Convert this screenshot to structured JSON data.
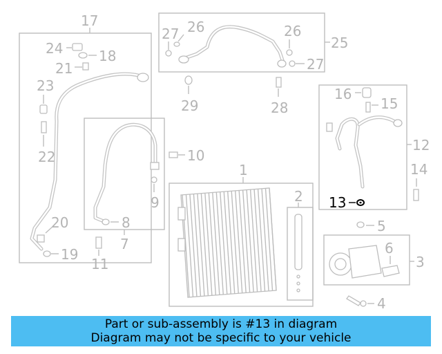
{
  "diagram": {
    "highlight_color": "#000000",
    "part_color": "#b4b4b4",
    "callouts": {
      "c1": "1",
      "c2": "2",
      "c3": "3",
      "c4": "4",
      "c5": "5",
      "c6": "6",
      "c7": "7",
      "c8": "8",
      "c9": "9",
      "c10": "10",
      "c11": "11",
      "c12": "12",
      "c13": "13",
      "c14": "14",
      "c15": "15",
      "c16": "16",
      "c17": "17",
      "c18": "18",
      "c19": "19",
      "c20": "20",
      "c21": "21",
      "c22": "22",
      "c23": "23",
      "c24": "24",
      "c25": "25",
      "c26a": "26",
      "c26b": "26",
      "c27a": "27",
      "c27b": "27",
      "c28": "28",
      "c29": "29"
    },
    "highlighted_callout": "13"
  },
  "banner": {
    "color": "#4dbdf2",
    "line1": "Part or sub-assembly is #13 in diagram",
    "line2": "Diagram may not be specific to your vehicle"
  }
}
